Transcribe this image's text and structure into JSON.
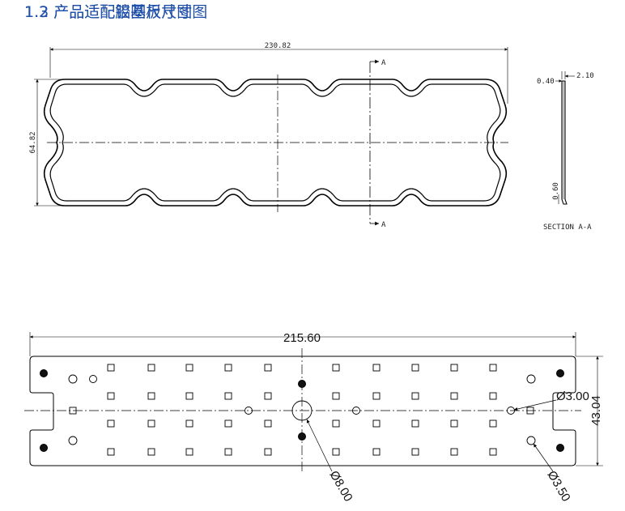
{
  "sections": {
    "gasket_title": "1.2 产品适配胶圈尺寸图",
    "board_title": "1.3 产品适配铝基板尺寸图"
  },
  "gasket": {
    "width": "230.82",
    "height": "64.82",
    "section_mark": "A",
    "thick_outer": "0.40",
    "thick_total": "2.10",
    "lip": "0.60",
    "section_label": "SECTION A-A"
  },
  "board": {
    "width": "215.60",
    "height": "43.04",
    "hole_small": "Ø3.00",
    "hole_mid": "Ø3.50",
    "hole_center": "Ø8.00"
  },
  "colors": {
    "heading": "#1f4fa8",
    "line": "#000000"
  }
}
